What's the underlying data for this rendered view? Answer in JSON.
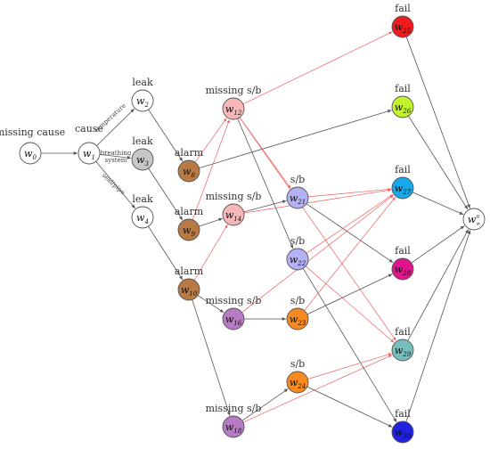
{
  "colors": {
    "edge_gray": "#555555",
    "edge_red": "#f06060",
    "node_stroke": "#555555"
  },
  "nodes": [
    {
      "id": "w0",
      "base": "w",
      "sub": "0",
      "label": "missing cause",
      "fill": "#ffffff"
    },
    {
      "id": "w1",
      "base": "w",
      "sub": "1",
      "label": "cause",
      "fill": "#ffffff"
    },
    {
      "id": "w2",
      "base": "w",
      "sub": "2",
      "label": "leak",
      "fill": "#ffffff"
    },
    {
      "id": "w3",
      "base": "w",
      "sub": "3",
      "label": "leak",
      "fill": "#c8c8c8"
    },
    {
      "id": "w4",
      "base": "w",
      "sub": "4",
      "label": "leak",
      "fill": "#ffffff"
    },
    {
      "id": "w8",
      "base": "w",
      "sub": "8",
      "label": "alarm",
      "fill": "#b87a45"
    },
    {
      "id": "w9",
      "base": "w",
      "sub": "9",
      "label": "alarm",
      "fill": "#b87a45"
    },
    {
      "id": "w10",
      "base": "w",
      "sub": "10",
      "label": "alarm",
      "fill": "#b87a45"
    },
    {
      "id": "w12",
      "base": "w",
      "sub": "12",
      "label": "missing s/b",
      "fill": "#f7b6b8"
    },
    {
      "id": "w14",
      "base": "w",
      "sub": "14",
      "label": "missing s/b",
      "fill": "#f7b6b8"
    },
    {
      "id": "w16",
      "base": "w",
      "sub": "16",
      "label": "missing s/b",
      "fill": "#b77ac4"
    },
    {
      "id": "w18",
      "base": "w",
      "sub": "18",
      "label": "missing s/b",
      "fill": "#b77ac4"
    },
    {
      "id": "w21",
      "base": "w",
      "sub": "21",
      "label": "s/b",
      "fill": "#b3b1f3"
    },
    {
      "id": "w22",
      "base": "w",
      "sub": "22",
      "label": "s/b",
      "fill": "#b3b1f3"
    },
    {
      "id": "w23",
      "base": "w",
      "sub": "23",
      "label": "s/b",
      "fill": "#f78a1e"
    },
    {
      "id": "w24",
      "base": "w",
      "sub": "24",
      "label": "s/b",
      "fill": "#f78a1e"
    },
    {
      "id": "w25",
      "base": "w",
      "sub": "25",
      "label": "fail",
      "fill": "#ee1c1c"
    },
    {
      "id": "w26",
      "base": "w",
      "sub": "26",
      "label": "fail",
      "fill": "#c2f22a"
    },
    {
      "id": "w27",
      "base": "w",
      "sub": "27",
      "label": "fail",
      "fill": "#16a8e8"
    },
    {
      "id": "w28",
      "base": "w",
      "sub": "28",
      "label": "fail",
      "fill": "#e0148c"
    },
    {
      "id": "w29",
      "base": "w",
      "sub": "29",
      "label": "fail",
      "fill": "#78bdbd"
    },
    {
      "id": "w30",
      "base": "w",
      "sub": "30",
      "label": "fail",
      "fill": "#2121e0"
    },
    {
      "id": "winf",
      "base": "w",
      "sub": "∞",
      "sup": "n",
      "label": "",
      "fill": "#ffffff"
    }
  ],
  "edges": [
    {
      "from": "w0",
      "to": "w1",
      "color": "gray",
      "label": ""
    },
    {
      "from": "w1",
      "to": "w2",
      "color": "gray",
      "label": "temperature"
    },
    {
      "from": "w1",
      "to": "w3",
      "color": "gray",
      "label": "breathing system"
    },
    {
      "from": "w1",
      "to": "w4",
      "color": "gray",
      "label": "seal/pipe"
    },
    {
      "from": "w2",
      "to": "w8",
      "color": "gray",
      "label": ""
    },
    {
      "from": "w3",
      "to": "w9",
      "color": "gray",
      "label": ""
    },
    {
      "from": "w4",
      "to": "w10",
      "color": "gray",
      "label": ""
    },
    {
      "from": "w8",
      "to": "w12",
      "color": "red",
      "label": ""
    },
    {
      "from": "w8",
      "to": "w26",
      "color": "gray",
      "label": ""
    },
    {
      "from": "w9",
      "to": "w12",
      "color": "red",
      "label": ""
    },
    {
      "from": "w9",
      "to": "w14",
      "color": "gray",
      "label": ""
    },
    {
      "from": "w10",
      "to": "w14",
      "color": "red",
      "label": ""
    },
    {
      "from": "w10",
      "to": "w16",
      "color": "gray",
      "label": ""
    },
    {
      "from": "w10",
      "to": "w18",
      "color": "gray",
      "label": ""
    },
    {
      "from": "w12",
      "to": "w25",
      "color": "red",
      "label": ""
    },
    {
      "from": "w12",
      "to": "w21",
      "color": "red",
      "label": ""
    },
    {
      "from": "w12",
      "to": "w22",
      "color": "gray",
      "label": ""
    },
    {
      "from": "w12",
      "to": "w29",
      "color": "red",
      "label": ""
    },
    {
      "from": "w14",
      "to": "w21",
      "color": "gray",
      "label": ""
    },
    {
      "from": "w14",
      "to": "w27",
      "color": "red",
      "label": ""
    },
    {
      "from": "w16",
      "to": "w23",
      "color": "gray",
      "label": ""
    },
    {
      "from": "w16",
      "to": "w27",
      "color": "red",
      "label": ""
    },
    {
      "from": "w18",
      "to": "w24",
      "color": "gray",
      "label": ""
    },
    {
      "from": "w18",
      "to": "w29",
      "color": "red",
      "label": ""
    },
    {
      "from": "w21",
      "to": "w27",
      "color": "red",
      "label": ""
    },
    {
      "from": "w21",
      "to": "w28",
      "color": "gray",
      "label": ""
    },
    {
      "from": "w22",
      "to": "w27",
      "color": "red",
      "label": ""
    },
    {
      "from": "w22",
      "to": "w29",
      "color": "red",
      "label": ""
    },
    {
      "from": "w22",
      "to": "w30",
      "color": "gray",
      "label": ""
    },
    {
      "from": "w23",
      "to": "w27",
      "color": "red",
      "label": ""
    },
    {
      "from": "w23",
      "to": "w28",
      "color": "gray",
      "label": ""
    },
    {
      "from": "w24",
      "to": "w29",
      "color": "red",
      "label": ""
    },
    {
      "from": "w24",
      "to": "w30",
      "color": "gray",
      "label": ""
    },
    {
      "from": "w25",
      "to": "winf",
      "color": "gray",
      "label": ""
    },
    {
      "from": "w26",
      "to": "winf",
      "color": "gray",
      "label": ""
    },
    {
      "from": "w27",
      "to": "winf",
      "color": "gray",
      "label": ""
    },
    {
      "from": "w28",
      "to": "winf",
      "color": "gray",
      "label": ""
    },
    {
      "from": "w29",
      "to": "winf",
      "color": "gray",
      "label": ""
    },
    {
      "from": "w30",
      "to": "winf",
      "color": "gray",
      "label": ""
    }
  ]
}
